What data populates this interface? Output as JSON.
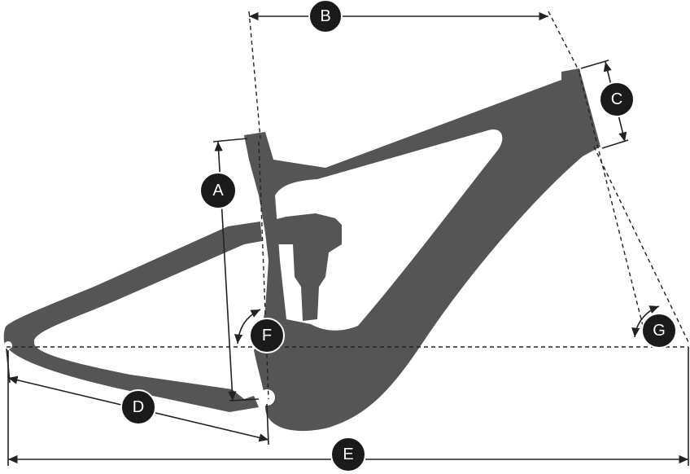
{
  "labels": {
    "A": "A",
    "B": "B",
    "C": "C",
    "D": "D",
    "E": "E",
    "F": "F",
    "G": "G"
  },
  "colors": {
    "frame": "#555555",
    "lines": "#222222",
    "badge": "#1a1a1a",
    "badge_text": "#ffffff"
  }
}
